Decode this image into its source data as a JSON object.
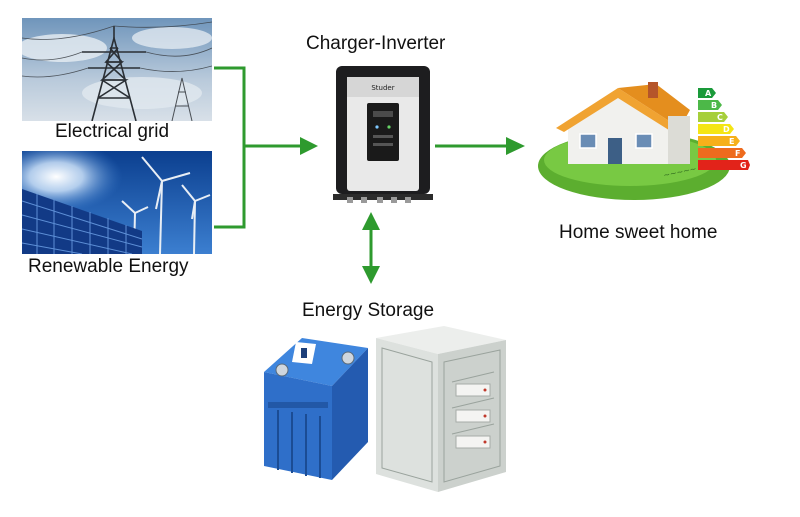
{
  "nodes": {
    "grid": {
      "label": "Electrical grid",
      "icon": "power-pylon-photo"
    },
    "renewable": {
      "label": "Renewable Energy",
      "icon": "solar-wind-photo"
    },
    "inverter": {
      "label": "Charger-Inverter",
      "icon": "charger-inverter-device"
    },
    "home": {
      "label": "Home sweet home",
      "icon": "house-energy-label"
    },
    "storage": {
      "label": "Energy Storage",
      "icon": "battery-cabinet-photo"
    }
  },
  "device_brand": "Studer",
  "energy_classes": [
    "A",
    "B",
    "C",
    "D",
    "E",
    "F",
    "G"
  ],
  "colors": {
    "arrow": "#2e9a2e",
    "sky": "#8fb0cc",
    "panel": "#1d4fa8",
    "battery": "#2f6fc9",
    "cabinet": "#dfe3e0",
    "roof": "#f0a332",
    "lawn": "#6cbd3a"
  }
}
